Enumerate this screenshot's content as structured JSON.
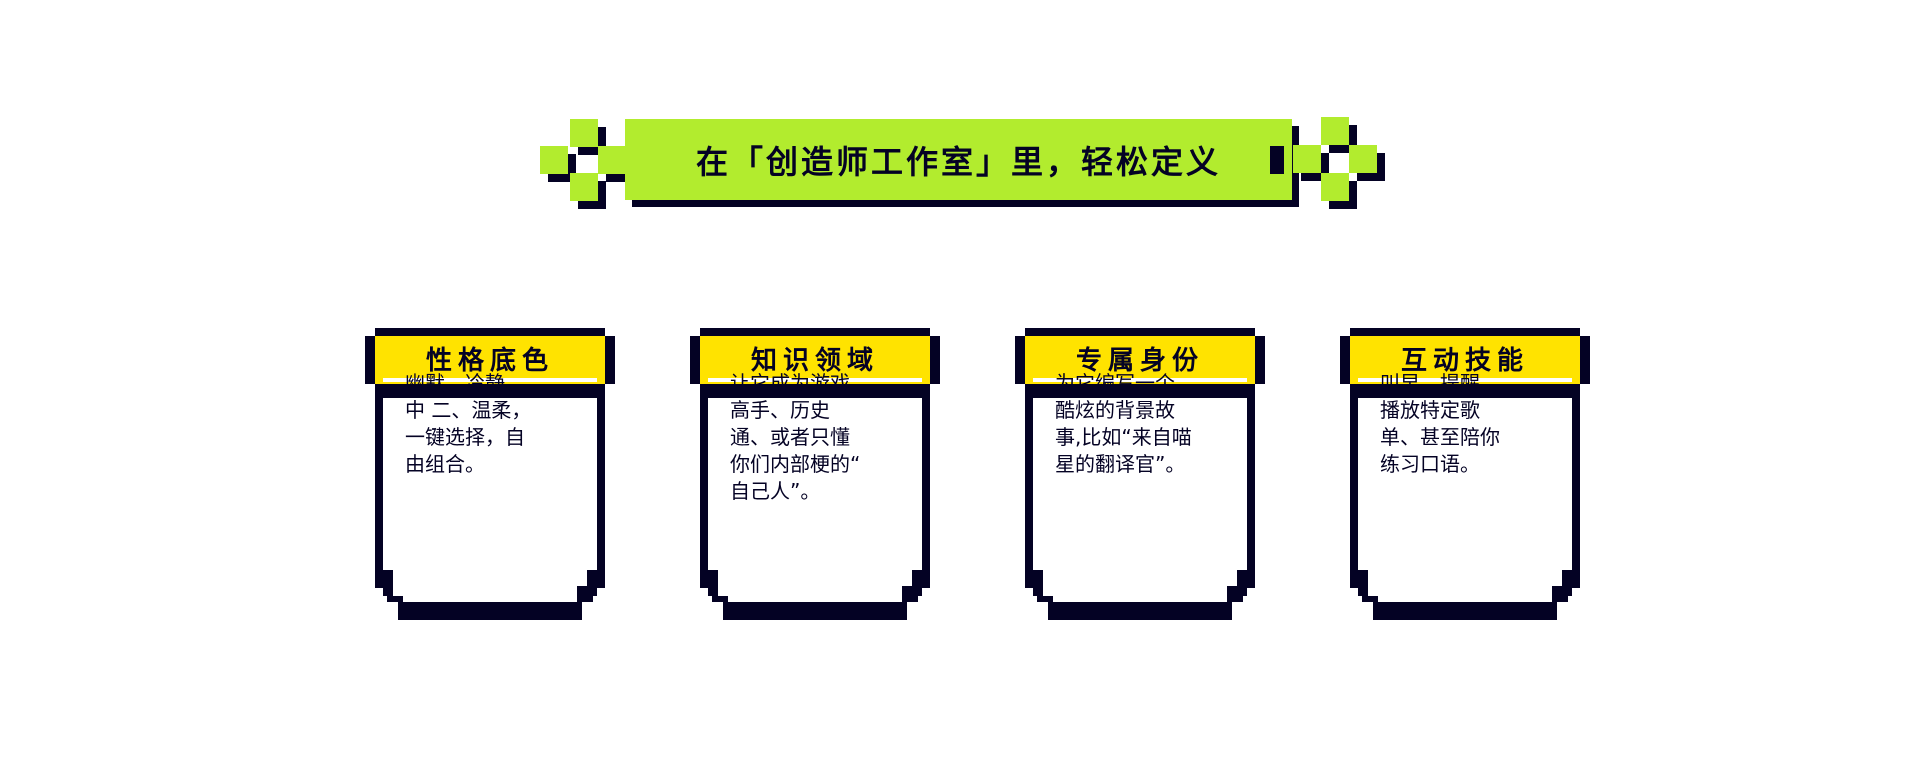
{
  "title": "在「创造师工作室」里，轻松定义",
  "colors": {
    "lime": "#b2ec2e",
    "yellow": "#ffe300",
    "dark": "#040224"
  },
  "cards": [
    {
      "heading": "性格底色",
      "lines": [
        "幽默、冷静、",
        "中 二、温柔，",
        "一键选择，自",
        "由组合。"
      ]
    },
    {
      "heading": "知识领域",
      "lines": [
        "让它成为游戏",
        "高手、历史",
        "通、或者只懂",
        "你们内部梗的“",
        "自己人”。"
      ]
    },
    {
      "heading": "专属身份",
      "lines": [
        "为它编写一个",
        "酷炫的背景故",
        "事,比如“来自喵",
        "星的翻译官”。"
      ]
    },
    {
      "heading": "互动技能",
      "lines": [
        "叫早、提醒、",
        "播放特定歌",
        "单、甚至陪你",
        "练习口语。"
      ]
    }
  ]
}
